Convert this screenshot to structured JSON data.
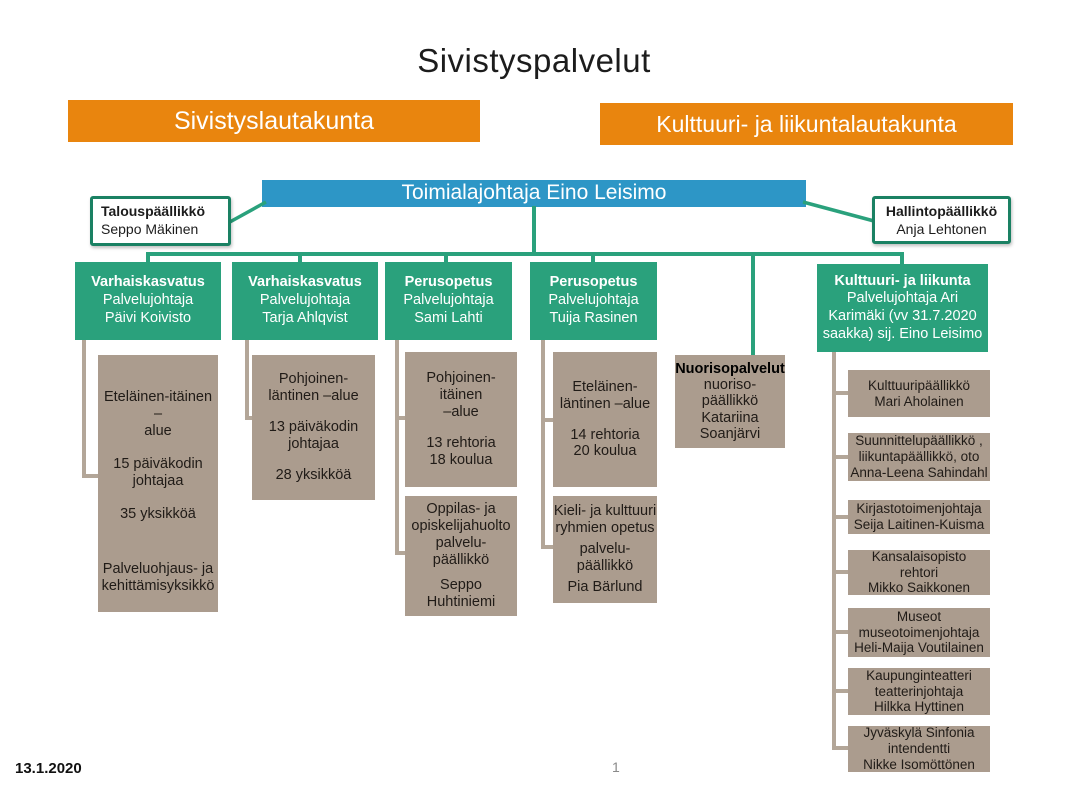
{
  "title": "Sivistyspalvelut",
  "banners": {
    "left": "Sivistyslautakunta",
    "right": "Kulttuuri- ja liikuntalautakunta"
  },
  "director_bar": {
    "label": "Toimialajohtaja Eino Leisimo"
  },
  "staff": {
    "finance": {
      "role": "Talouspäällikkö",
      "name": "Seppo Mäkinen"
    },
    "admin": {
      "role": "Hallintopäällikkö",
      "name": "Anja Lehtonen"
    }
  },
  "departments": [
    {
      "unit": "Varhaiskasvatus",
      "role": "Palvelujohtaja",
      "name": "Päivi Koivisto",
      "boxes": [
        {
          "paras": [
            "Eteläinen-itäinen –\nalue",
            "15 päiväkodin\njohtajaa",
            "35 yksikköä",
            "Palveluohjaus- ja\nkehittämisyksikkö"
          ]
        }
      ]
    },
    {
      "unit": "Varhaiskasvatus",
      "role": "Palvelujohtaja",
      "name": "Tarja Ahlqvist",
      "boxes": [
        {
          "paras": [
            "Pohjoinen-\nläntinen –alue",
            "13 päiväkodin\njohtajaa",
            "28 yksikköä"
          ]
        }
      ]
    },
    {
      "unit": "Perusopetus",
      "role": "Palvelujohtaja",
      "name": "Sami Lahti",
      "boxes": [
        {
          "paras": [
            "Pohjoinen-itäinen\n–alue",
            "13 rehtoria\n18 koulua"
          ]
        },
        {
          "paras": [
            "Oppilas- ja\nopiskelijahuolto\npalvelu-\npäällikkö",
            "Seppo\nHuhtiniemi"
          ]
        }
      ]
    },
    {
      "unit": "Perusopetus",
      "role": "Palvelujohtaja",
      "name": "Tuija Rasinen",
      "boxes": [
        {
          "paras": [
            "Eteläinen-\nläntinen –alue",
            "14 rehtoria\n20 koulua"
          ]
        },
        {
          "paras": [
            "Kieli- ja kulttuuri\nryhmien opetus",
            "palvelu-\npäällikkö",
            "Pia Bärlund"
          ]
        }
      ]
    },
    {
      "unit": "Kulttuuri- ja liikunta",
      "role_lines": "Palvelujohtaja Ari\nKarimäki (vv 31.7.2020\nsaakka) sij. Eino Leisimo",
      "boxes": [
        {
          "text": "Kulttuuripäällikkö\nMari Aholainen"
        },
        {
          "text": "Suunnittelupäällikkö ,\nliikuntapäällikkö, oto\nAnna-Leena Sahindahl"
        },
        {
          "text": "Kirjastotoimenjohtaja\nSeija Laitinen-Kuisma"
        },
        {
          "text": "Kansalaisopisto\nrehtori\nMikko Saikkonen"
        },
        {
          "text": "Museot\nmuseotoimenjohtaja\nHeli-Maija Voutilainen"
        },
        {
          "text": "Kaupunginteatteri\nteatterinjohtaja\nHilkka Hyttinen"
        },
        {
          "text": "Jyväskylä Sinfonia\nintendentti\nNikke Isomöttönen"
        }
      ]
    }
  ],
  "youth": {
    "unit": "Nuorisopalvelut",
    "body": "nuoriso-\npäällikkö\nKatariina\nSoanjärvi"
  },
  "footer": {
    "date": "13.1.2020",
    "page": "1"
  },
  "colors": {
    "orange": "#E9850E",
    "blue": "#2D96C6",
    "green": "#2AA17C",
    "greenDark": "#1A8163",
    "beige": "#AB9C8E",
    "beigeLine": "#B3A698"
  }
}
